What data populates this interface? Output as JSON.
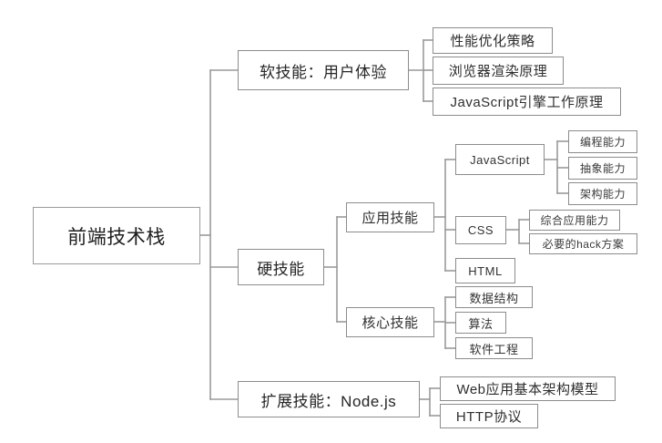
{
  "diagram": {
    "title": "前端技术栈",
    "type": "mind-map",
    "line_color": "#9a9a9a",
    "box_border_color": "#8c8c8c",
    "background": "#ffffff",
    "root": {
      "label": "前端技术栈"
    },
    "branches": [
      {
        "label": "软技能：用户体验",
        "children": [
          {
            "label": "性能优化策略"
          },
          {
            "label": "浏览器渲染原理"
          },
          {
            "label": "JavaScript引擎工作原理"
          }
        ]
      },
      {
        "label": "硬技能",
        "children": [
          {
            "label": "应用技能",
            "children": [
              {
                "label": "JavaScript",
                "children": [
                  {
                    "label": "编程能力"
                  },
                  {
                    "label": "抽象能力"
                  },
                  {
                    "label": "架构能力"
                  }
                ]
              },
              {
                "label": "CSS",
                "children": [
                  {
                    "label": "综合应用能力"
                  },
                  {
                    "label": "必要的hack方案"
                  }
                ]
              },
              {
                "label": "HTML"
              }
            ]
          },
          {
            "label": "核心技能",
            "children": [
              {
                "label": "数据结构"
              },
              {
                "label": "算法"
              },
              {
                "label": "软件工程"
              }
            ]
          }
        ]
      },
      {
        "label": "扩展技能：Node.js",
        "children": [
          {
            "label": "Web应用基本架构模型"
          },
          {
            "label": "HTTP协议"
          }
        ]
      }
    ]
  }
}
